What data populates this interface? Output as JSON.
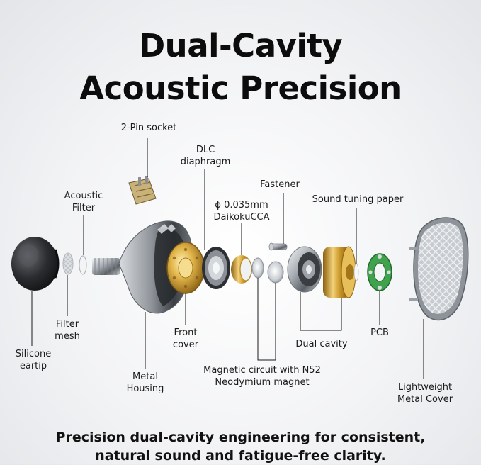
{
  "title": {
    "line1": "Dual-Cavity",
    "line2": "Acoustic Precision"
  },
  "labels": {
    "pin_socket": "2-Pin socket",
    "dlc_1": "DLC",
    "dlc_2": "diaphragm",
    "fastener": "Fastener",
    "sound_tuning_paper": "Sound tuning paper",
    "acoustic_1": "Acoustic",
    "acoustic_2": "Filter",
    "cca_1": "ϕ 0.035mm",
    "cca_2": "DaikokuCCA",
    "filter_mesh_1": "Filter",
    "filter_mesh_2": "mesh",
    "front_cover_1": "Front",
    "front_cover_2": "cover",
    "pcb": "PCB",
    "dual_cavity": "Dual cavity",
    "silicone_1": "Silicone",
    "silicone_2": "eartip",
    "metal_housing_1": "Metal",
    "metal_housing_2": "Housing",
    "magnetic_1": "Magnetic circuit with N52",
    "magnetic_2": "Neodymium magnet",
    "lightweight_1": "Lightweight",
    "lightweight_2": "Metal Cover"
  },
  "tagline": {
    "line1": "Precision dual-cavity engineering for consistent,",
    "line2": "natural sound and fatigue-free clarity."
  },
  "colors": {
    "accent_gold": "#d9a93a",
    "pcb_green": "#3fa34d",
    "metal": "#9aa0a6"
  }
}
